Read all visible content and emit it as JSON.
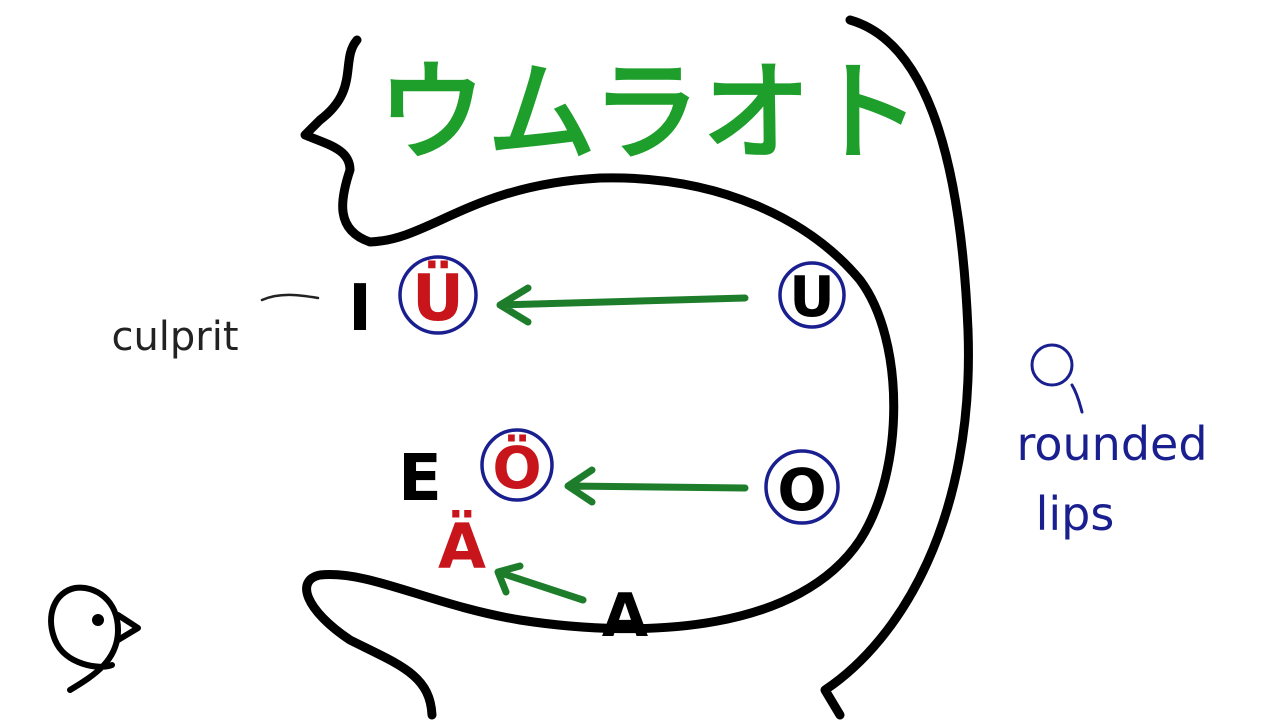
{
  "title": "ウムラオト",
  "vowels": {
    "i": "I",
    "u_umlaut": "Ü",
    "u": "U",
    "e": "E",
    "o_umlaut": "Ö",
    "o": "O",
    "a_umlaut": "Ä",
    "a": "A"
  },
  "labels": {
    "culprit": "culprit",
    "rounded": "rounded",
    "lips": "lips"
  },
  "colors": {
    "title": "#1e9e2a",
    "umlaut": "#c8151b",
    "arrow": "#1e7d2a",
    "ring": "#1a1f8f",
    "annotation": "#1a1f8f",
    "ink": "#000000"
  }
}
